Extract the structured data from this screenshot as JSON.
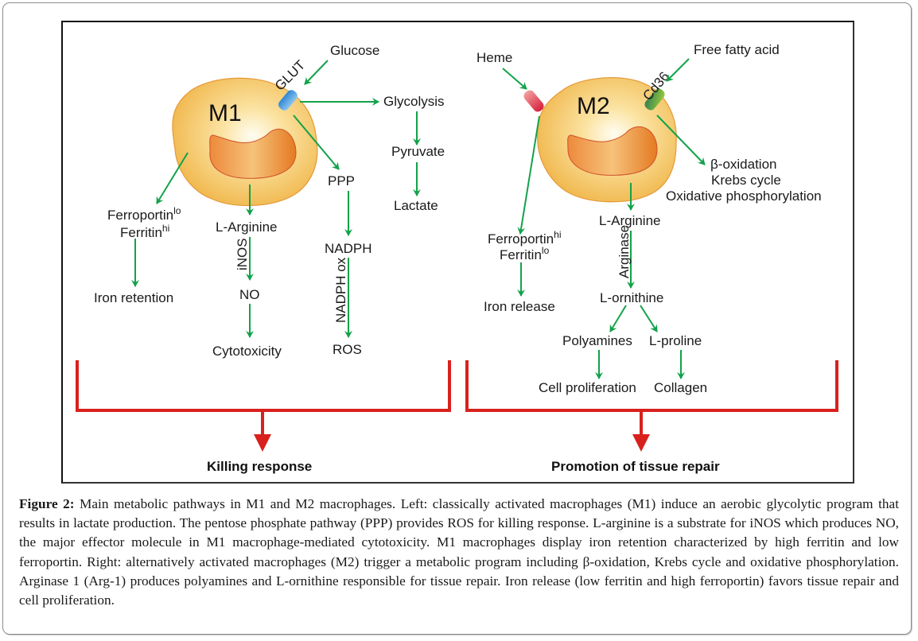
{
  "figure": {
    "m1": {
      "cell_label": "M1",
      "transporter_label": "GLUT",
      "glucose": "Glucose",
      "glycolysis": "Glycolysis",
      "pyruvate": "Pyruvate",
      "lactate": "Lactate",
      "ppp": "PPP",
      "nadph": "NADPH",
      "nadph_ox": "NADPH ox",
      "ros": "ROS",
      "l_arginine": "L-Arginine",
      "inos": "iNOS",
      "no": "NO",
      "cytotoxicity": "Cytotoxicity",
      "ferroportin": "Ferroportin",
      "ferroportin_sup": "lo",
      "ferritin": "Ferritin",
      "ferritin_sup": "hi",
      "iron": "Iron retention",
      "outcome": "Killing response"
    },
    "m2": {
      "cell_label": "M2",
      "transporter_label": "Cd36",
      "heme": "Heme",
      "ffa": "Free fatty acid",
      "beta_ox": "β-oxidation",
      "krebs": "Krebs cycle",
      "oxphos": "Oxidative phosphorylation",
      "l_arginine": "L-Arginine",
      "arginase": "Arginase",
      "l_ornithine": "L-ornithine",
      "polyamines": "Polyamines",
      "l_proline": "L-proline",
      "cell_prolif": "Cell proliferation",
      "collagen": "Collagen",
      "ferroportin": "Ferroportin",
      "ferroportin_sup": "hi",
      "ferritin": "Ferritin",
      "ferritin_sup": "lo",
      "iron": "Iron release",
      "outcome": "Promotion of tissue repair"
    },
    "colors": {
      "arrow": "#13a24a",
      "bracket": "#d8211d",
      "cell": "#f5c25a",
      "nucleus": "#e88a2e",
      "glut": "#3a8fd6",
      "heme_receptor": "#d9324a",
      "cd36": "#4a9a4a"
    }
  },
  "caption": {
    "label": "Figure 2:",
    "text": " Main metabolic pathways in M1 and M2 macrophages. Left: classically activated macrophages (M1) induce an aerobic glycolytic program that results in lactate production. The pentose phosphate pathway (PPP) provides ROS for killing response. L-arginine is a substrate for iNOS which produces NO, the major effector molecule in M1 macrophage-mediated cytotoxicity. M1 macrophages display iron retention characterized by high ferritin and low ferroportin. Right: alternatively activated macrophages (M2) trigger a metabolic program including β-oxidation, Krebs cycle and oxidative phosphorylation. Arginase 1 (Arg-1) produces polyamines and L-ornithine responsible for tissue repair. Iron release (low ferritin and high ferroportin) favors tissue repair and cell proliferation."
  }
}
